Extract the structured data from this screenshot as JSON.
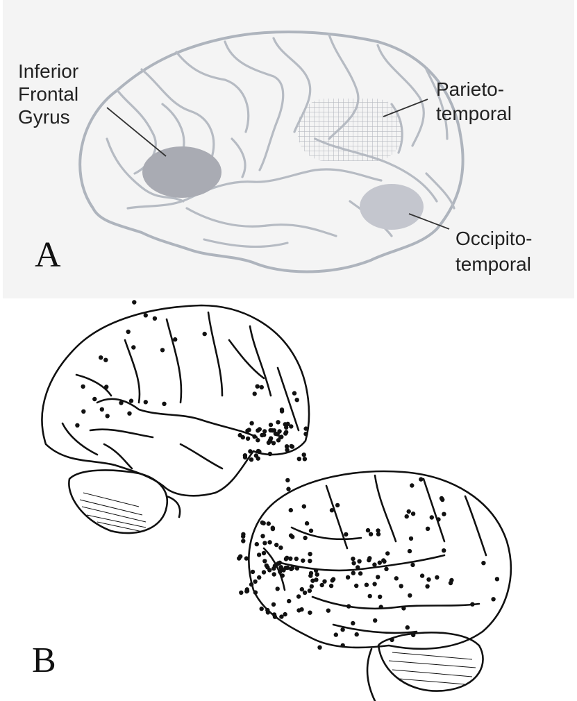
{
  "panel_a": {
    "letter": "A",
    "labels": {
      "inferior_frontal": [
        "Inferior",
        "Frontal",
        "Gyrus"
      ],
      "parieto_temporal": [
        "Parieto-",
        "temporal"
      ],
      "occipito_temporal": [
        "Occipito-",
        "temporal"
      ]
    },
    "colors": {
      "outline": "#aeb4bd",
      "region": "#a9abb3",
      "occipito": "#c4c6ce",
      "hatch": "#b9bcc4"
    }
  },
  "panel_b": {
    "letter": "B",
    "colors": {
      "outline": "#111111",
      "dots": "#111111"
    }
  }
}
